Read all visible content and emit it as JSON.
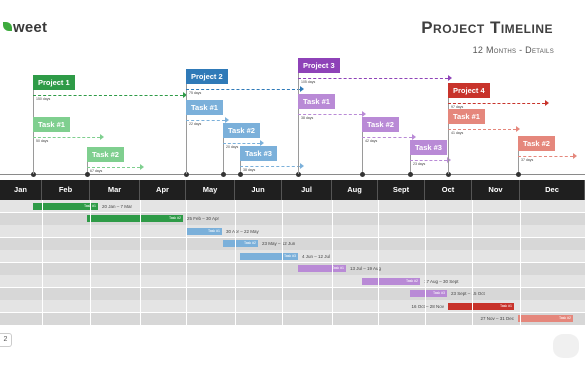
{
  "logo": {
    "text": "weet"
  },
  "header": {
    "title": "Project Timeline",
    "subtitle": "12 Months - Details"
  },
  "colors": {
    "project1": "#2e9b47",
    "task_green": "#7fcf8f",
    "project2": "#2f7ab8",
    "task_blue": "#7bb0da",
    "project3": "#8e42b8",
    "task_purple": "#b98ad6",
    "project4": "#c8332b",
    "task_red": "#e5877c",
    "month_bar": "#1f1f1f",
    "row_light": "#e4e4e4",
    "row_dark": "#d7d7d7"
  },
  "months": [
    "Jan",
    "Feb",
    "Mar",
    "Apr",
    "May",
    "Jun",
    "Jul",
    "Aug",
    "Sept",
    "Oct",
    "Nov",
    "Dec"
  ],
  "flags": [
    {
      "id": "p1",
      "label": "Project 1",
      "kind": "project",
      "color": "project1",
      "days": "150 days"
    },
    {
      "id": "p1t1",
      "label": "Task #1",
      "kind": "task",
      "color": "task_green",
      "days": "50 days"
    },
    {
      "id": "p1t2",
      "label": "Task #2",
      "kind": "task",
      "color": "task_green",
      "days": "67 days"
    },
    {
      "id": "p2",
      "label": "Project 2",
      "kind": "project",
      "color": "project2",
      "days": "75 days"
    },
    {
      "id": "p2t1",
      "label": "Task #1",
      "kind": "task",
      "color": "task_blue",
      "days": "22 days"
    },
    {
      "id": "p2t2",
      "label": "Task #2",
      "kind": "task",
      "color": "task_blue",
      "days": "20 days"
    },
    {
      "id": "p2t3",
      "label": "Task #3",
      "kind": "task",
      "color": "task_blue",
      "days": "38 days"
    },
    {
      "id": "p3",
      "label": "Project 3",
      "kind": "project",
      "color": "project3",
      "days": "105 days"
    },
    {
      "id": "p3t1",
      "label": "Task #1",
      "kind": "task",
      "color": "task_purple",
      "days": "38 days"
    },
    {
      "id": "p3t2",
      "label": "Task #2",
      "kind": "task",
      "color": "task_purple",
      "days": "42 days"
    },
    {
      "id": "p3t3",
      "label": "Task #3",
      "kind": "task",
      "color": "task_purple",
      "days": "23 days"
    },
    {
      "id": "p4",
      "label": "Project 4",
      "kind": "project",
      "color": "project4",
      "days": "97 days"
    },
    {
      "id": "p4t1",
      "label": "Task #1",
      "kind": "task",
      "color": "task_red",
      "days": "41 days"
    },
    {
      "id": "p4t2",
      "label": "Task #2",
      "kind": "task",
      "color": "task_red",
      "days": "37 days"
    }
  ],
  "gantt_rows": [
    {
      "bar_label": "Task #1",
      "range": "20 Jan – 7 Mar",
      "color": "project1"
    },
    {
      "bar_label": "Task #2",
      "range": "25 Feb – 30 Apr",
      "color": "project1"
    },
    {
      "bar_label": "Task #1",
      "range": "30 Apr – 22 May",
      "color": "task_blue"
    },
    {
      "bar_label": "Task #2",
      "range": "23 May – 12 Jun",
      "color": "task_blue"
    },
    {
      "bar_label": "Task #3",
      "range": "4 Jun – 12 Jul",
      "color": "task_blue"
    },
    {
      "bar_label": "Task #1",
      "range": "13 Jul – 19 Aug",
      "color": "task_purple"
    },
    {
      "bar_label": "Task #2",
      "range": "17 Aug – 30 Sept",
      "color": "task_purple"
    },
    {
      "bar_label": "Task #3",
      "range": "23 Sept – 15 Oct",
      "color": "task_purple"
    },
    {
      "bar_label": "Task #1",
      "range": "16 Oct – 28 Nov",
      "color": "project4"
    },
    {
      "bar_label": "Task #2",
      "range": "27 Nov – 31 Dec",
      "color": "task_red"
    }
  ],
  "pager": {
    "label": "2"
  }
}
